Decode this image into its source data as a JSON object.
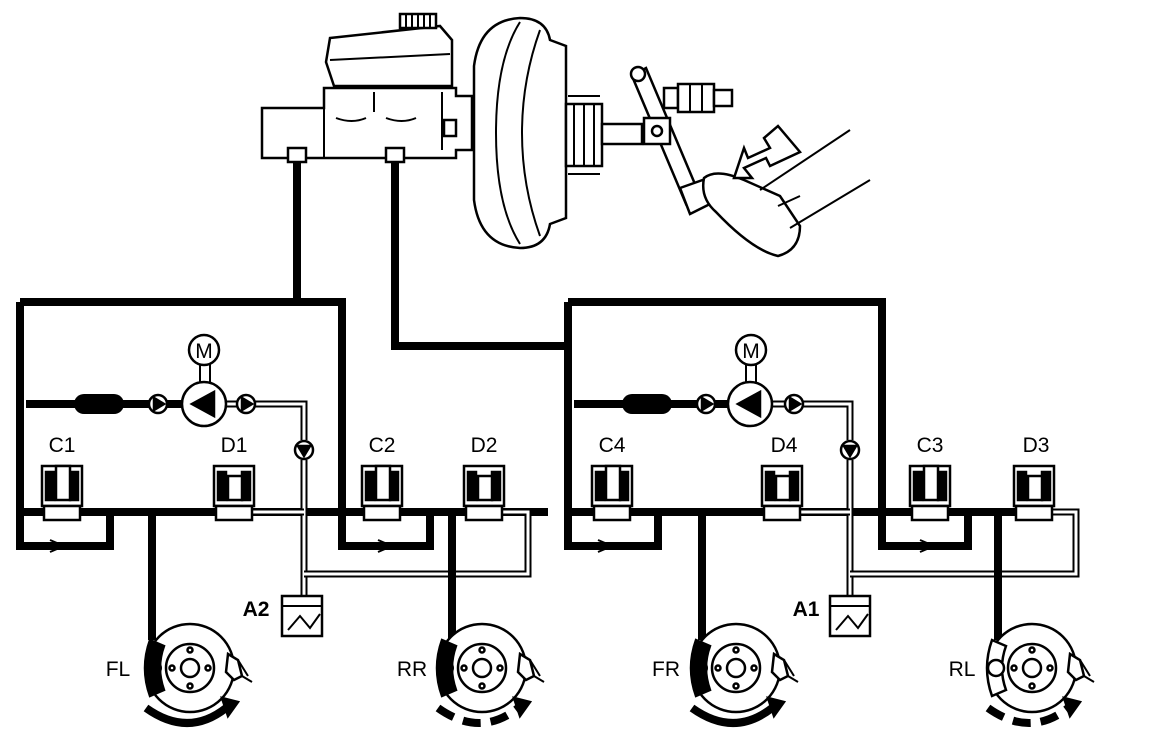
{
  "diagram": {
    "motor_symbol": "M",
    "modules": [
      {
        "valves": [
          "C1",
          "D1",
          "C2",
          "D2"
        ],
        "accumulator": "A2",
        "wheels": [
          "FL",
          "RR"
        ]
      },
      {
        "valves": [
          "C4",
          "D4",
          "C3",
          "D3"
        ],
        "accumulator": "A1",
        "wheels": [
          "FR",
          "RL"
        ]
      }
    ],
    "icons": [
      "master-cylinder-icon",
      "brake-booster-icon",
      "brake-pedal-icon",
      "foot-icon",
      "push-arrow-icon",
      "brake-disc-icon",
      "rotation-arrow-icon"
    ]
  }
}
